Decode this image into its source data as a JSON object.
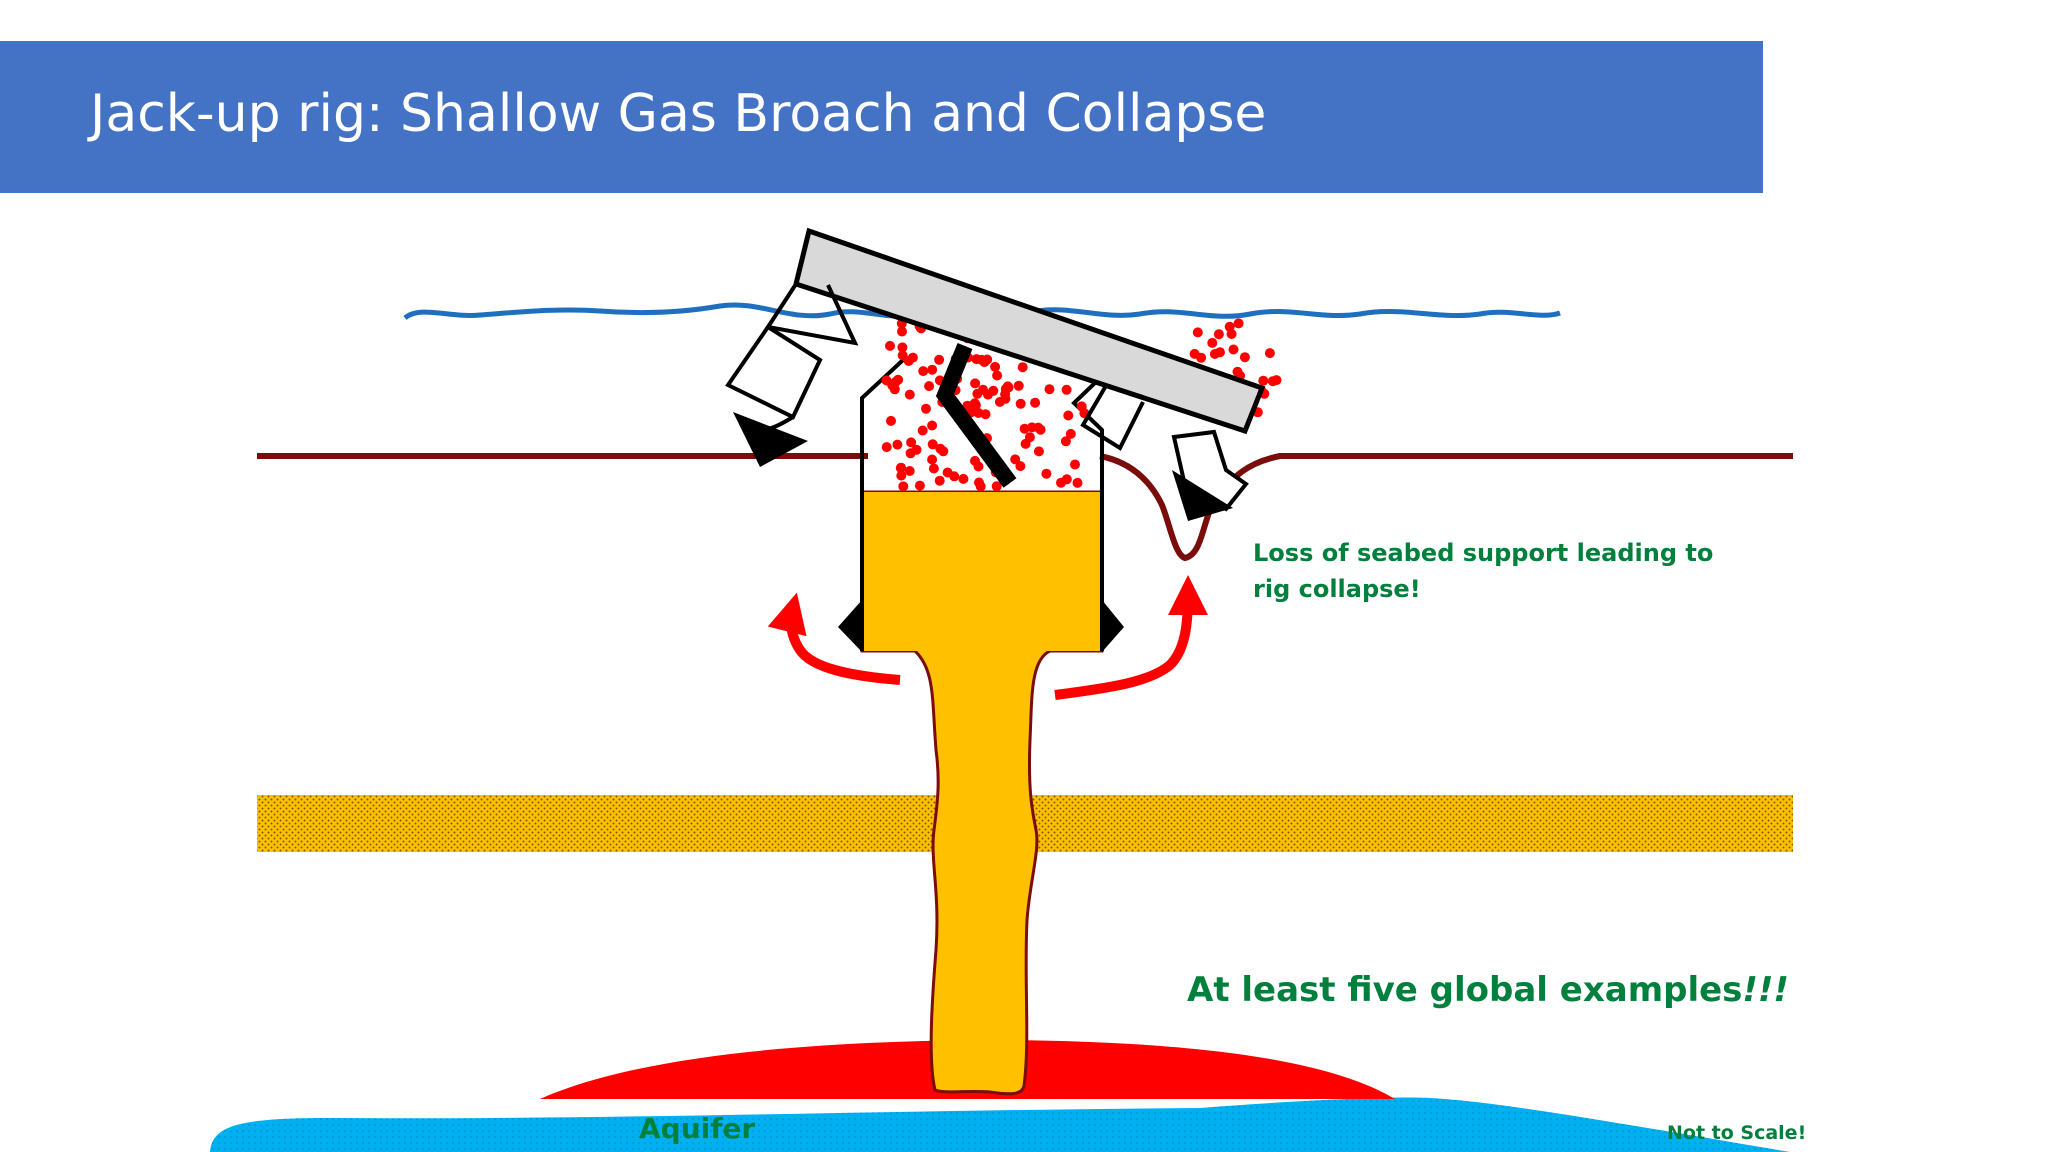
{
  "title": "Jack-up rig: Shallow Gas Broach and Collapse",
  "annotations": {
    "collapse_line1": "Loss of seabed support leading to",
    "collapse_line2": "rig collapse!",
    "examples_prefix": "At least five global examples",
    "examples_emphasis": "!!!",
    "aquifer": "Aquifer",
    "not_to_scale": "Not to Scale!"
  },
  "colors": {
    "title_bar": "#4472c4",
    "water_line": "#1f6fbf",
    "seabed": "#7a0c0c",
    "gas_plume": "#ffc000",
    "sand_layer": "#ffc000",
    "gas_reservoir": "#ff0000",
    "aquifer": "#00b0f0",
    "gas_bubbles": "#ff0000",
    "annotation_text": "#00803c",
    "rig_deck": "#d9d9d9"
  }
}
